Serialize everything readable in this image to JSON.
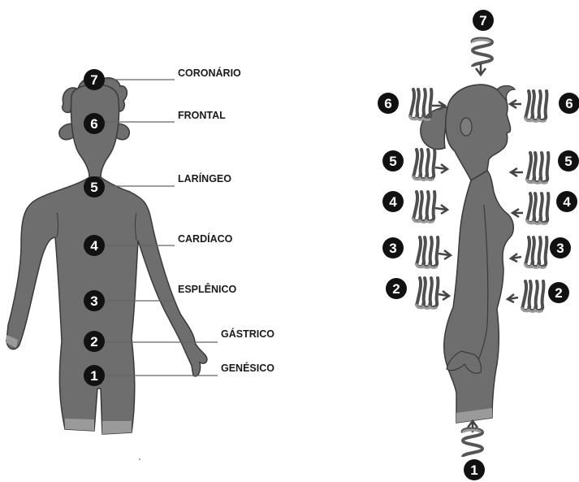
{
  "colors": {
    "body": "#6e6e6e",
    "body_dark": "#4a4a4a",
    "outline": "#3a3a3a",
    "marker": "#111111",
    "marker_text": "#ffffff",
    "line": "#666666",
    "spiral": "#5a5a5a"
  },
  "front_figure": {
    "markers": [
      {
        "n": "7",
        "label": "CORONÁRIO"
      },
      {
        "n": "6",
        "label": "FRONTAL"
      },
      {
        "n": "5",
        "label": "LARÍNGEO"
      },
      {
        "n": "4",
        "label": "CARDÍACO"
      },
      {
        "n": "3",
        "label": "ESPLÊNICO"
      },
      {
        "n": "2",
        "label": "GÁSTRICO"
      },
      {
        "n": "1",
        "label": "GENÉSICO"
      }
    ]
  },
  "side_figure": {
    "top": "7",
    "bottom": "1",
    "left": [
      "6",
      "5",
      "4",
      "3",
      "2"
    ],
    "right": [
      "6",
      "5",
      "4",
      "3",
      "2"
    ]
  }
}
